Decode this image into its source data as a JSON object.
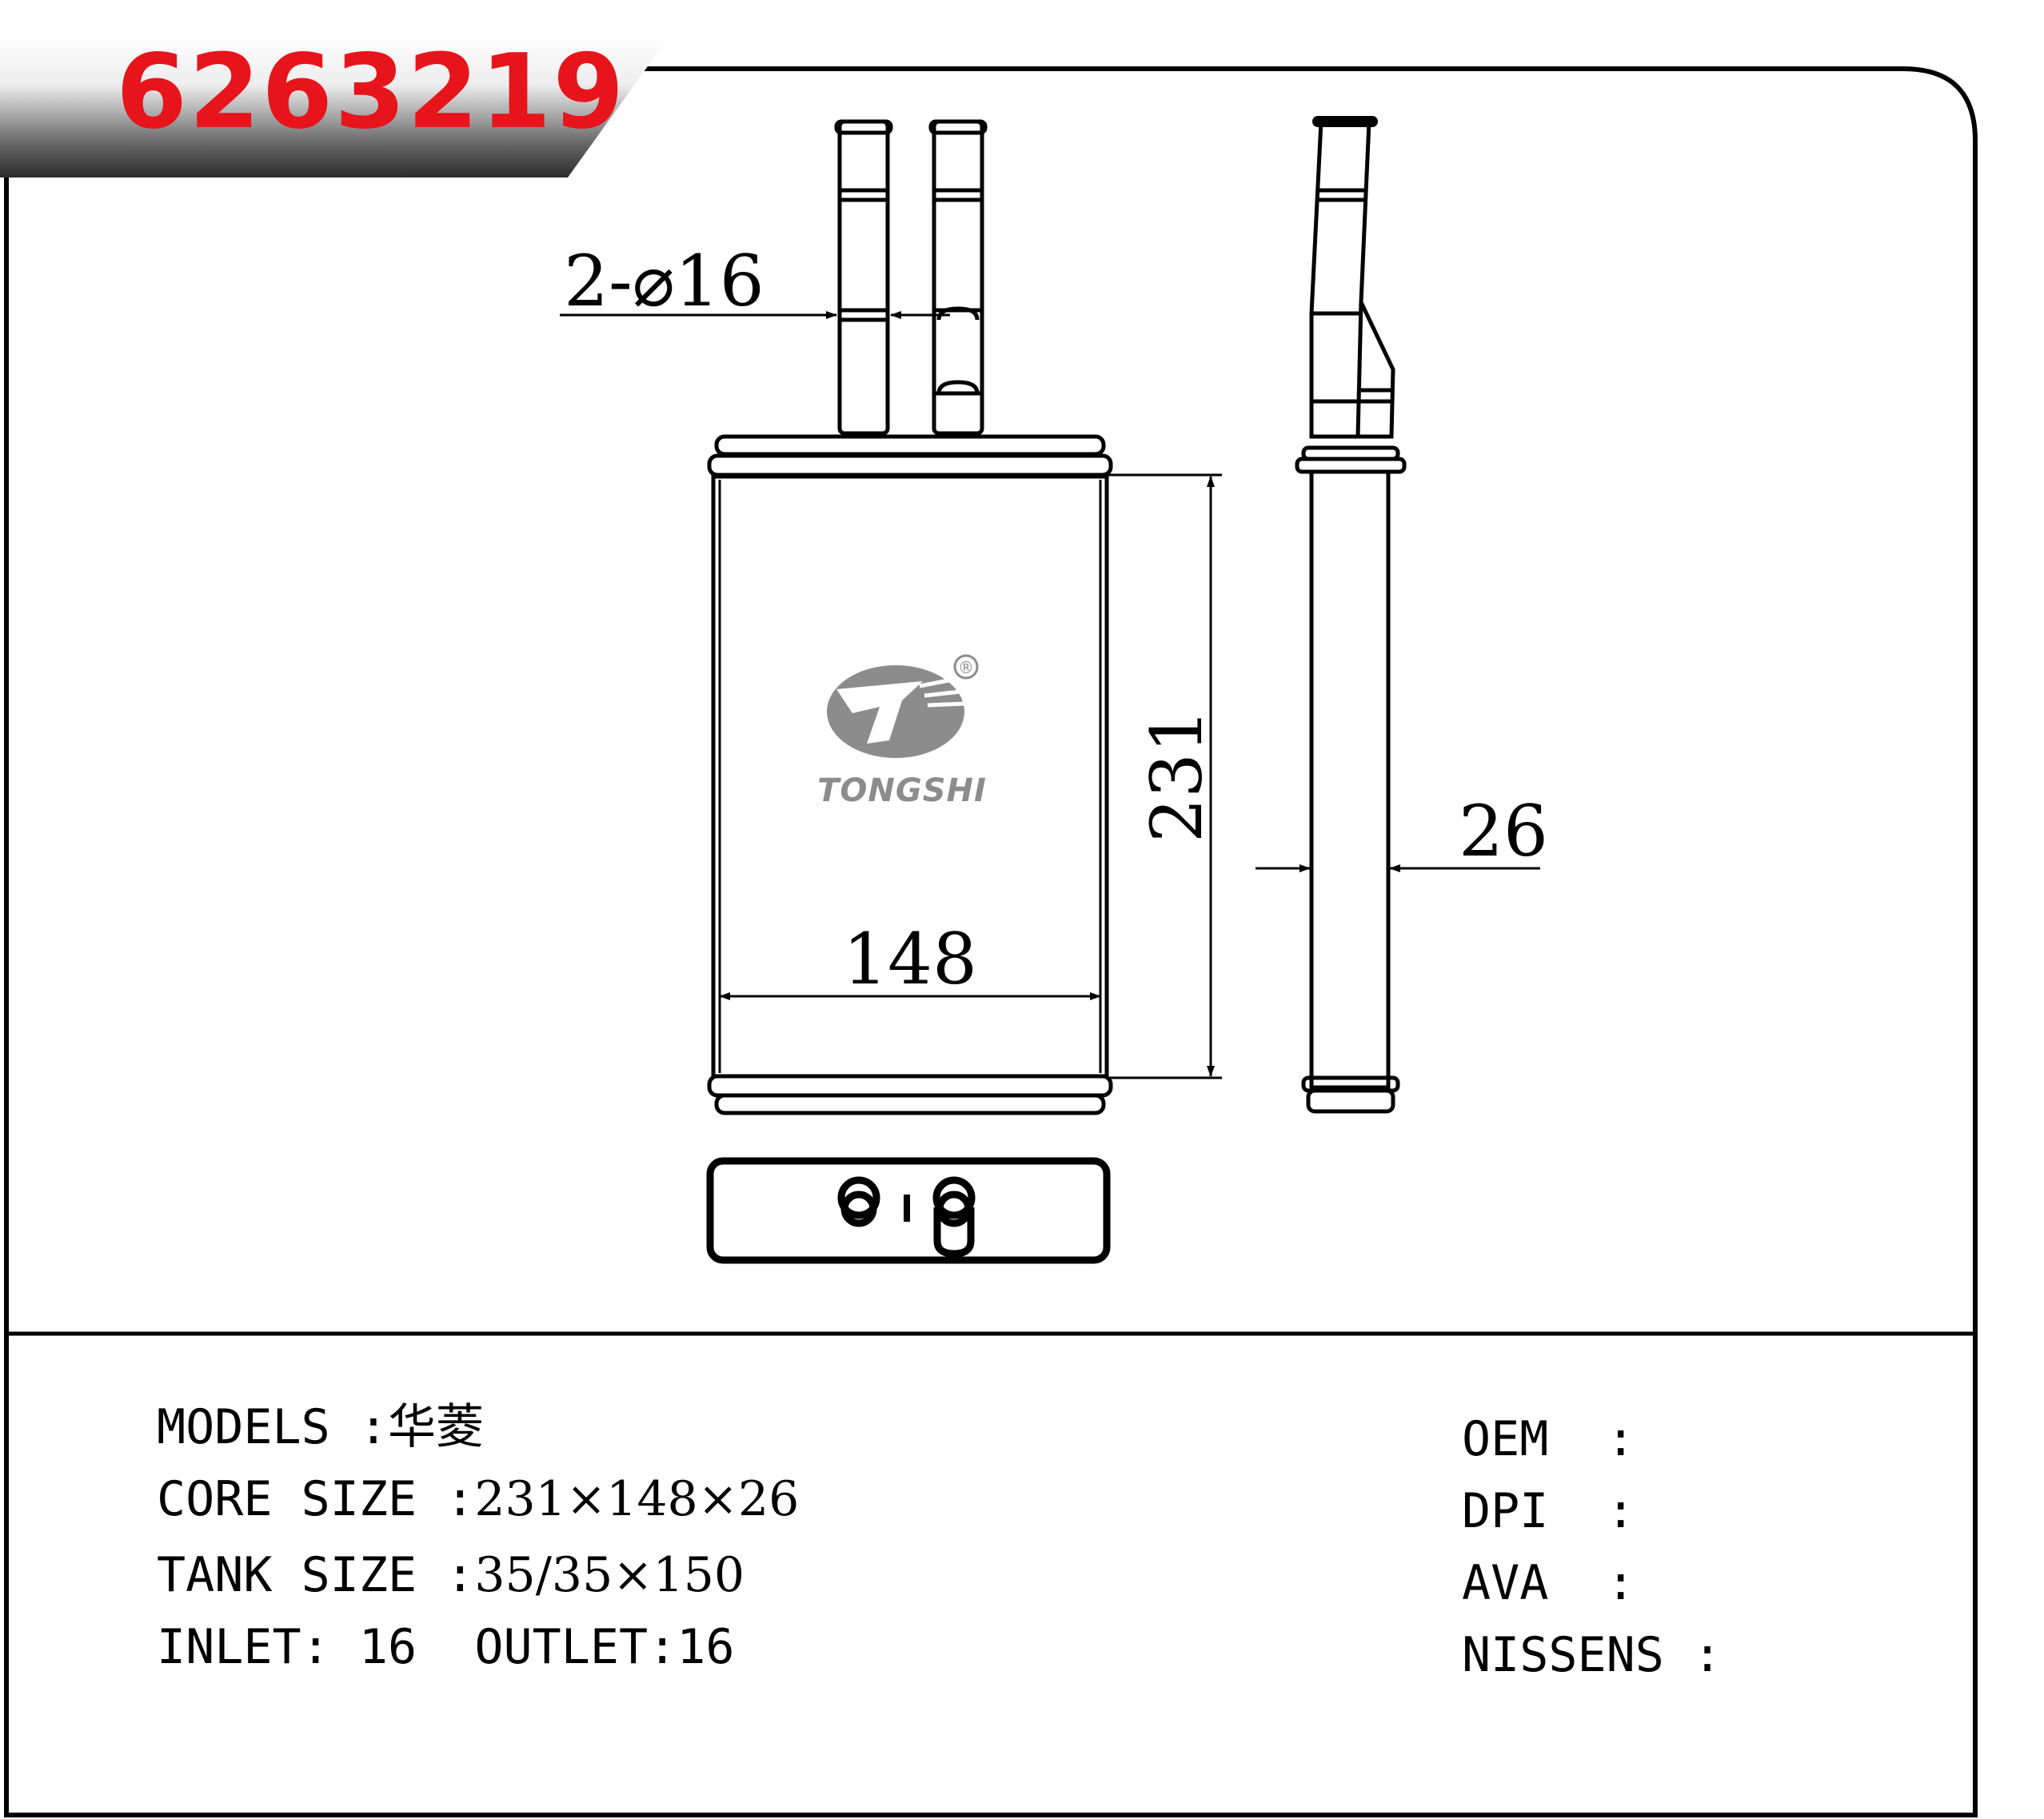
{
  "part_number": "6263219",
  "brand": {
    "name": "TONGSHI",
    "registered": "®",
    "logo": "tongshi-logo"
  },
  "drawing": {
    "pipe_label": "2-⌀16",
    "height_label": "231",
    "width_label": "148",
    "thickness_label": "26"
  },
  "specs": {
    "models_label": "MODELS :",
    "models_value": "华菱",
    "core_label": "CORE SIZE :",
    "core_value": "231×148×26",
    "tank_label": "TANK SIZE :",
    "tank_value": "35/35×150",
    "inlet_label": "INLET: ",
    "inlet_value": "16",
    "outlet_label": "OUTLET:",
    "outlet_value": "16"
  },
  "references": {
    "oem_label": "OEM  :",
    "dpi_label": "DPI  :",
    "ava_label": "AVA  :",
    "nissens_label": "NISSENS :"
  },
  "colors": {
    "part_number": "#e8141b",
    "banner_dark": "#2c2c2c",
    "banner_light": "#ffffff",
    "logo_gray": "#8c8c8c"
  }
}
